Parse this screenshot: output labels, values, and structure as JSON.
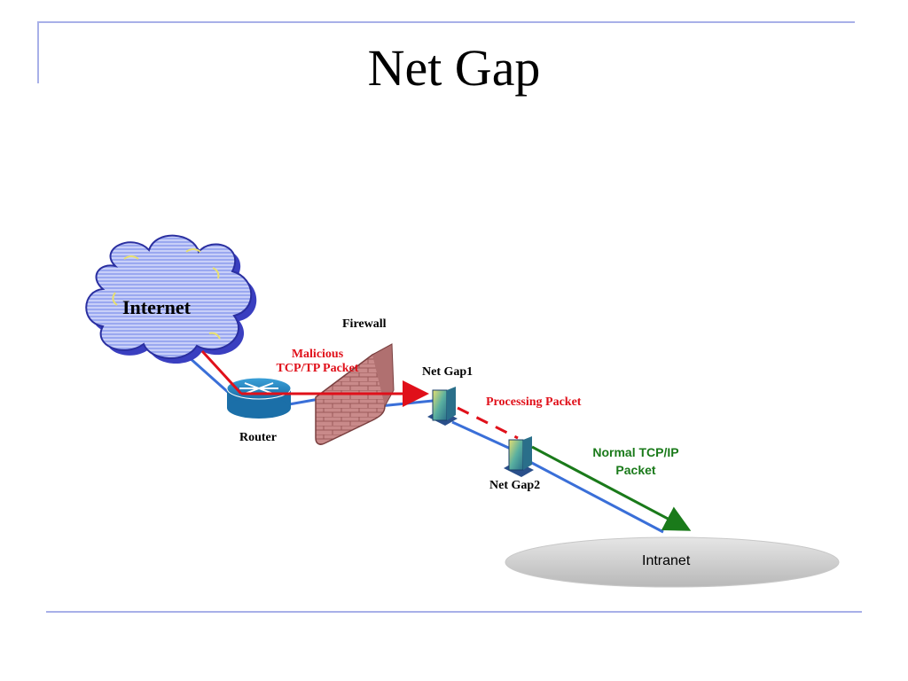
{
  "slide": {
    "title": "Net Gap"
  },
  "nodes": {
    "internet": {
      "label": "Internet"
    },
    "router": {
      "label": "Router"
    },
    "firewall": {
      "label": "Firewall"
    },
    "netgap1": {
      "label": "Net Gap1"
    },
    "netgap2": {
      "label": "Net Gap2"
    },
    "intranet": {
      "label": "Intranet"
    }
  },
  "annotations": {
    "malicious_line1": "Malicious",
    "malicious_line2": "TCP/TP Packet",
    "processing": "Processing Packet",
    "normal_line1": "Normal TCP/IP",
    "normal_line2": "Packet"
  },
  "colors": {
    "link": "#3a6fd8",
    "malicious": "#e0101a",
    "normal": "#1a7a1a",
    "frame": "#a8b0e8"
  }
}
